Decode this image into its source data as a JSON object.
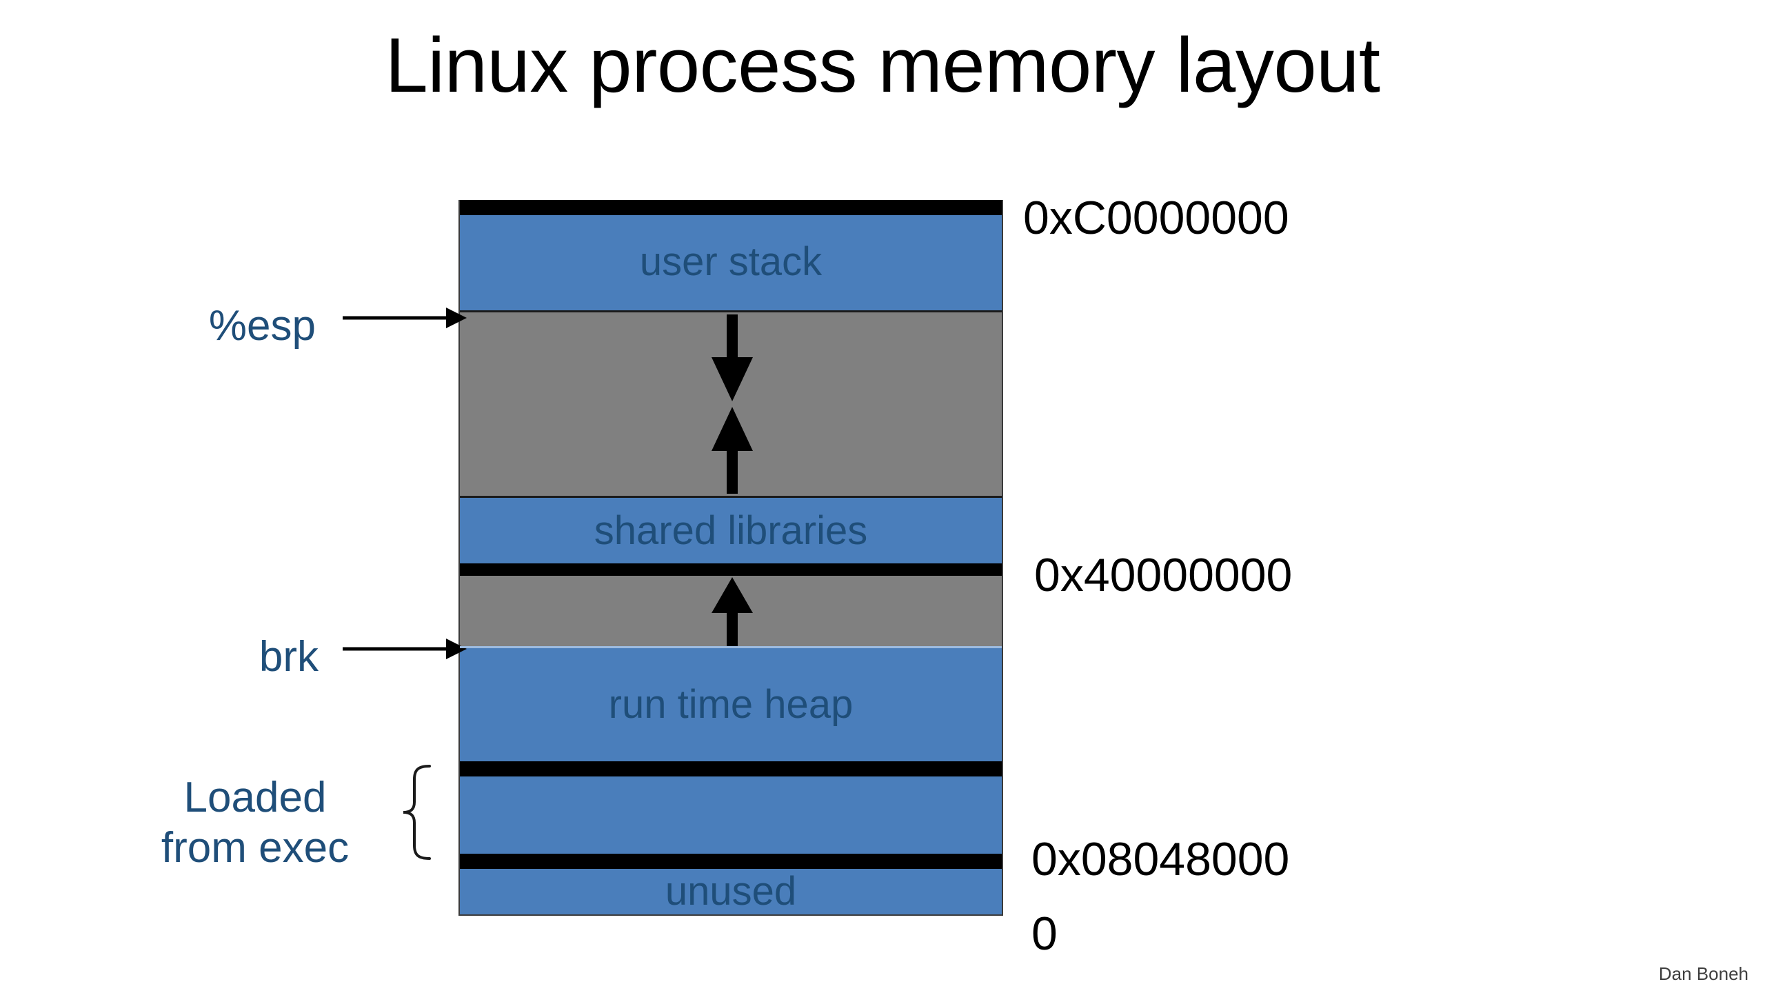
{
  "slide": {
    "title": "Linux process memory layout",
    "credit": "Dan Boneh",
    "background": "#FFFFFF"
  },
  "colors": {
    "segment_fill": "#4A7EBB",
    "void_fill": "#808080",
    "segment_text": "#1F4E79",
    "rule": "#000000",
    "address_text": "#000000",
    "pointer_text": "#1F4E79"
  },
  "diagram": {
    "name": "linux-process-memory-layout",
    "segments": [
      {
        "id": "user-stack",
        "label": "user stack",
        "fill": "segment_fill"
      },
      {
        "id": "stack-void",
        "label": "",
        "fill": "void_fill"
      },
      {
        "id": "shared-libraries",
        "label": "shared libraries",
        "fill": "segment_fill"
      },
      {
        "id": "heap-void",
        "label": "",
        "fill": "void_fill"
      },
      {
        "id": "run-time-heap",
        "label": "run time heap",
        "fill": "segment_fill"
      },
      {
        "id": "loaded-segment",
        "label": "",
        "fill": "segment_fill"
      },
      {
        "id": "unused",
        "label": "unused",
        "fill": "segment_fill"
      }
    ],
    "arrows": [
      {
        "id": "stack-grows-down",
        "direction": "down",
        "in": "stack-void"
      },
      {
        "id": "heap-grows-up",
        "direction": "up",
        "in": "stack-void"
      },
      {
        "id": "brk-grows-up",
        "direction": "up",
        "in": "heap-void"
      }
    ],
    "addresses": [
      {
        "id": "addr-top",
        "value": "0xC0000000",
        "at": "top of user stack"
      },
      {
        "id": "addr-libs",
        "value": "0x40000000",
        "at": "below shared libraries"
      },
      {
        "id": "addr-text",
        "value": "0x08048000",
        "at": "above unused"
      },
      {
        "id": "addr-zero",
        "value": "0",
        "at": "bottom of address space"
      }
    ],
    "pointers": [
      {
        "id": "esp",
        "label": "%esp",
        "points_to": "top of stack void"
      },
      {
        "id": "brk",
        "label": "brk",
        "points_to": "top of run time heap"
      }
    ],
    "brace": {
      "id": "loaded-from-exec",
      "line1": "Loaded",
      "line2": "from exec"
    }
  }
}
